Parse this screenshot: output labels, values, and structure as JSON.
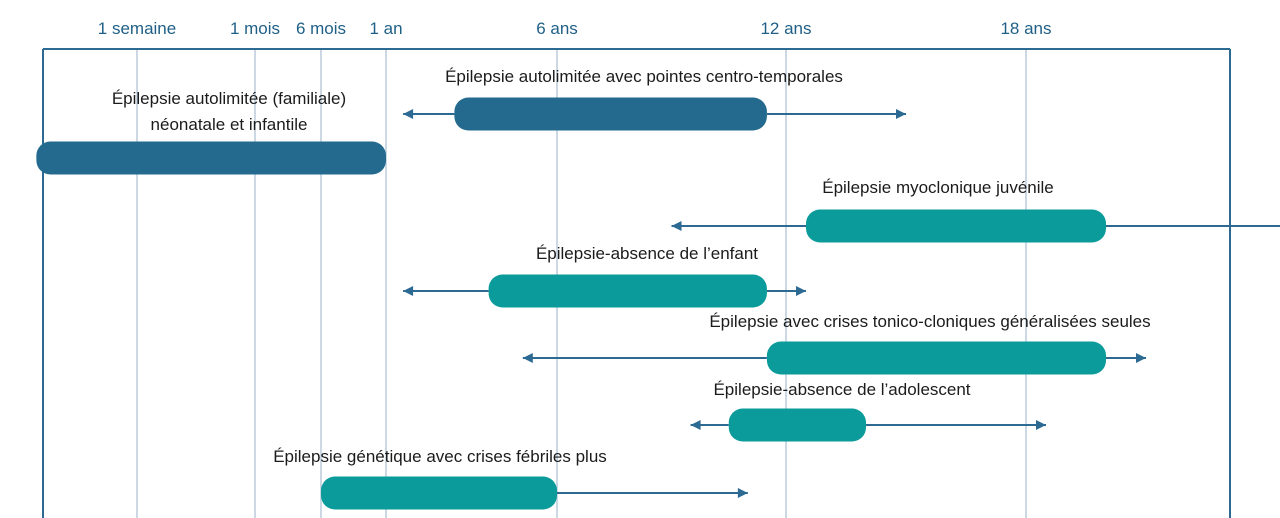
{
  "colors": {
    "frame": "#2d6a93",
    "gridline": "#a9bfd3",
    "tick_text": "#1f5f86",
    "arrow": "#2d6a93",
    "dark_bar": "#236a8e",
    "teal_bar": "#0b9b9b",
    "label_text": "#1b1b1b"
  },
  "chart_data": {
    "type": "timeline",
    "ticks": [
      "1 semaine",
      "1 mois",
      "6 mois",
      "1 an",
      "6 ans",
      "12 ans",
      "18 ans"
    ],
    "syndromes": [
      {
        "label_lines": [
          "Épilepsie autolimitée  avec pointes centro-temporales"
        ],
        "color": "dark_bar",
        "bar": [
          "3 ans",
          "11,5 ans"
        ],
        "arrow": [
          "1,5 an",
          "15 ans"
        ]
      },
      {
        "label_lines": [
          "Épilepsie autolimitée (familiale)",
          "néonatale et infantile"
        ],
        "color": "dark_bar",
        "bar": [
          "2 jours",
          "1 an"
        ],
        "arrow": null
      },
      {
        "label_lines": [
          "Épilepsie myoclonique juvénile"
        ],
        "color": "teal_bar",
        "bar": [
          "12,5 ans",
          "20 ans"
        ],
        "arrow": [
          "9 ans",
          "25 ans"
        ]
      },
      {
        "label_lines": [
          "Épilepsie-absence de l’enfant"
        ],
        "color": "teal_bar",
        "bar": [
          "4 ans",
          "11,5 ans"
        ],
        "arrow": [
          "1,5 an",
          "12,5 ans"
        ]
      },
      {
        "label_lines": [
          "Épilepsie avec crises tonico-cloniques généralisées seules"
        ],
        "color": "teal_bar",
        "bar": [
          "11,5 ans",
          "20 ans"
        ],
        "arrow": [
          "5 ans",
          "21 ans"
        ]
      },
      {
        "label_lines": [
          "Épilepsie-absence de l’adolescent"
        ],
        "color": "teal_bar",
        "bar": [
          "10,5 ans",
          "14 ans"
        ],
        "arrow": [
          "9,5 ans",
          "18,5 ans"
        ]
      },
      {
        "label_lines": [
          "Épilepsie génétique avec crises fébriles plus"
        ],
        "color": "teal_bar",
        "bar": [
          "6 mois",
          "6 ans"
        ],
        "arrow": [
          "6 mois",
          "11 ans"
        ]
      }
    ]
  }
}
